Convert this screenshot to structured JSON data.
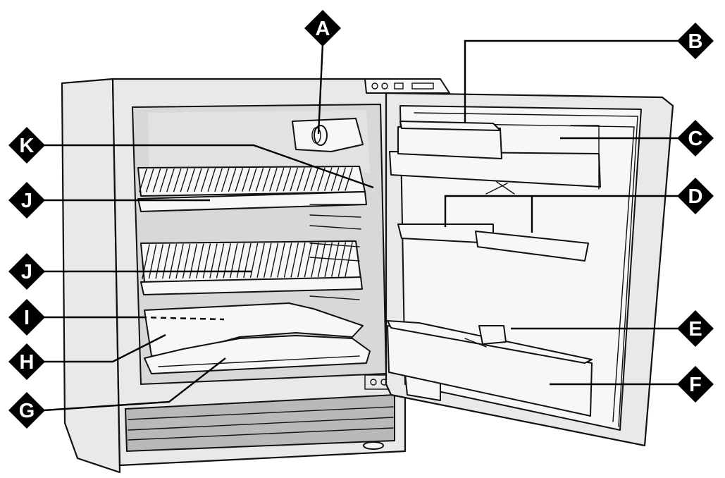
{
  "labels": [
    {
      "key": "A",
      "text": "A"
    },
    {
      "key": "B",
      "text": "B"
    },
    {
      "key": "C",
      "text": "C"
    },
    {
      "key": "D",
      "text": "D"
    },
    {
      "key": "E",
      "text": "E"
    },
    {
      "key": "F",
      "text": "F"
    },
    {
      "key": "G",
      "text": "G"
    },
    {
      "key": "H",
      "text": "H"
    },
    {
      "key": "I",
      "text": "I"
    },
    {
      "key": "J1",
      "text": "J"
    },
    {
      "key": "J2",
      "text": "J"
    },
    {
      "key": "K",
      "text": "K"
    }
  ]
}
